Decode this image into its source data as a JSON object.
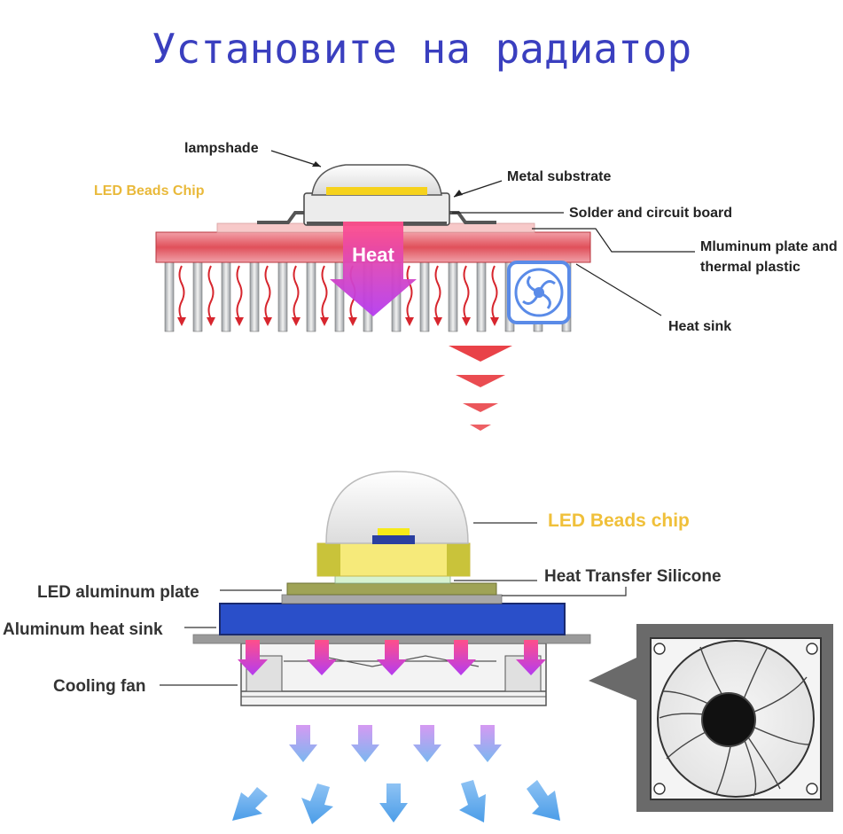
{
  "title": "Установите на радиатор",
  "top_diagram": {
    "labels": {
      "lampshade": "lampshade",
      "led_beads_chip": "LED Beads Chip",
      "metal_substrate": "Metal substrate",
      "solder_board": "Solder and circuit board",
      "aluminum_plate_line1": "Mluminum plate and",
      "aluminum_plate_line2": "thermal plastic",
      "heat_sink": "Heat sink"
    },
    "heat_arrow_label": "Heat"
  },
  "bottom_diagram": {
    "labels": {
      "led_beads_chip": "LED Beads chip",
      "heat_transfer_silicone": "Heat Transfer Silicone",
      "led_aluminum_plate": "LED aluminum plate",
      "aluminum_heat_sink": "Aluminum heat sink",
      "cooling_fan": "Cooling fan"
    }
  },
  "colors": {
    "title": "#3a3fbf",
    "hot_plate": "#e0505a",
    "heat_arrow_top": "#ff4f8a",
    "heat_arrow_bottom": "#b43cf0",
    "blue_sink": "#2a4fc9",
    "chip_yellow": "#f6ea7a",
    "gold_label": "#e9b93a"
  }
}
